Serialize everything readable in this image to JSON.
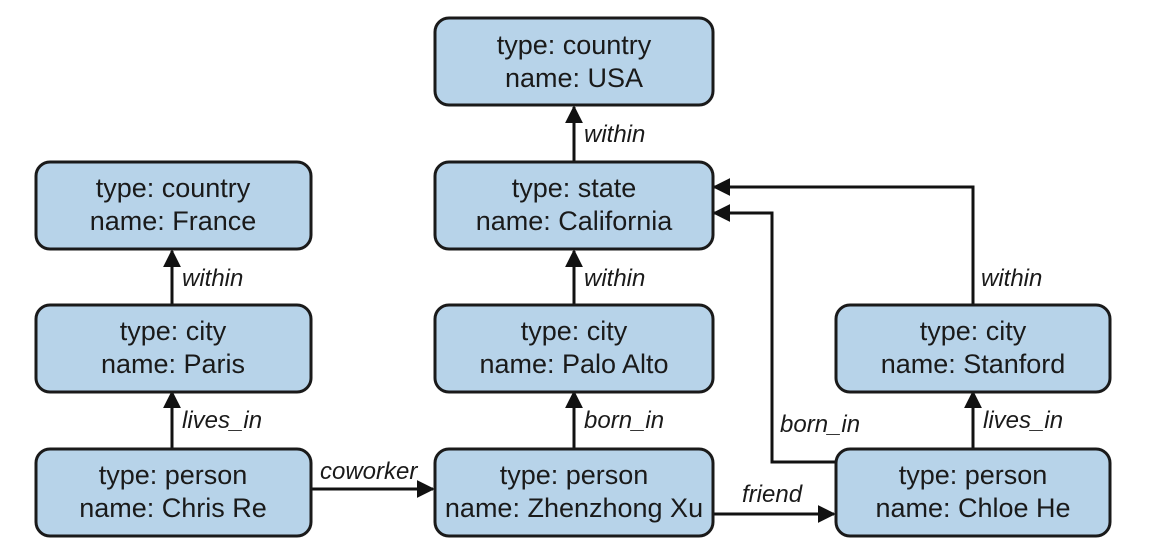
{
  "nodes": {
    "usa": {
      "type": "type: country",
      "name": "name: USA"
    },
    "france": {
      "type": "type: country",
      "name": "name: France"
    },
    "california": {
      "type": "type: state",
      "name": "name: California"
    },
    "paris": {
      "type": "type: city",
      "name": "name: Paris"
    },
    "palo_alto": {
      "type": "type: city",
      "name": "name: Palo Alto"
    },
    "stanford": {
      "type": "type: city",
      "name": "name: Stanford"
    },
    "chris_re": {
      "type": "type: person",
      "name": "name: Chris Re"
    },
    "zhenzhong_xu": {
      "type": "type: person",
      "name": "name: Zhenzhong Xu"
    },
    "chloe_he": {
      "type": "type: person",
      "name": "name: Chloe He"
    }
  },
  "edges": {
    "california_usa": "within",
    "paris_france": "within",
    "palo_alto_california": "within",
    "stanford_california": "within",
    "chris_paris": "lives_in",
    "zhenzhong_palo_alto": "born_in",
    "chloe_california": "born_in",
    "chloe_stanford": "lives_in",
    "chris_zhenzhong": "coworker",
    "zhenzhong_chloe": "friend"
  }
}
